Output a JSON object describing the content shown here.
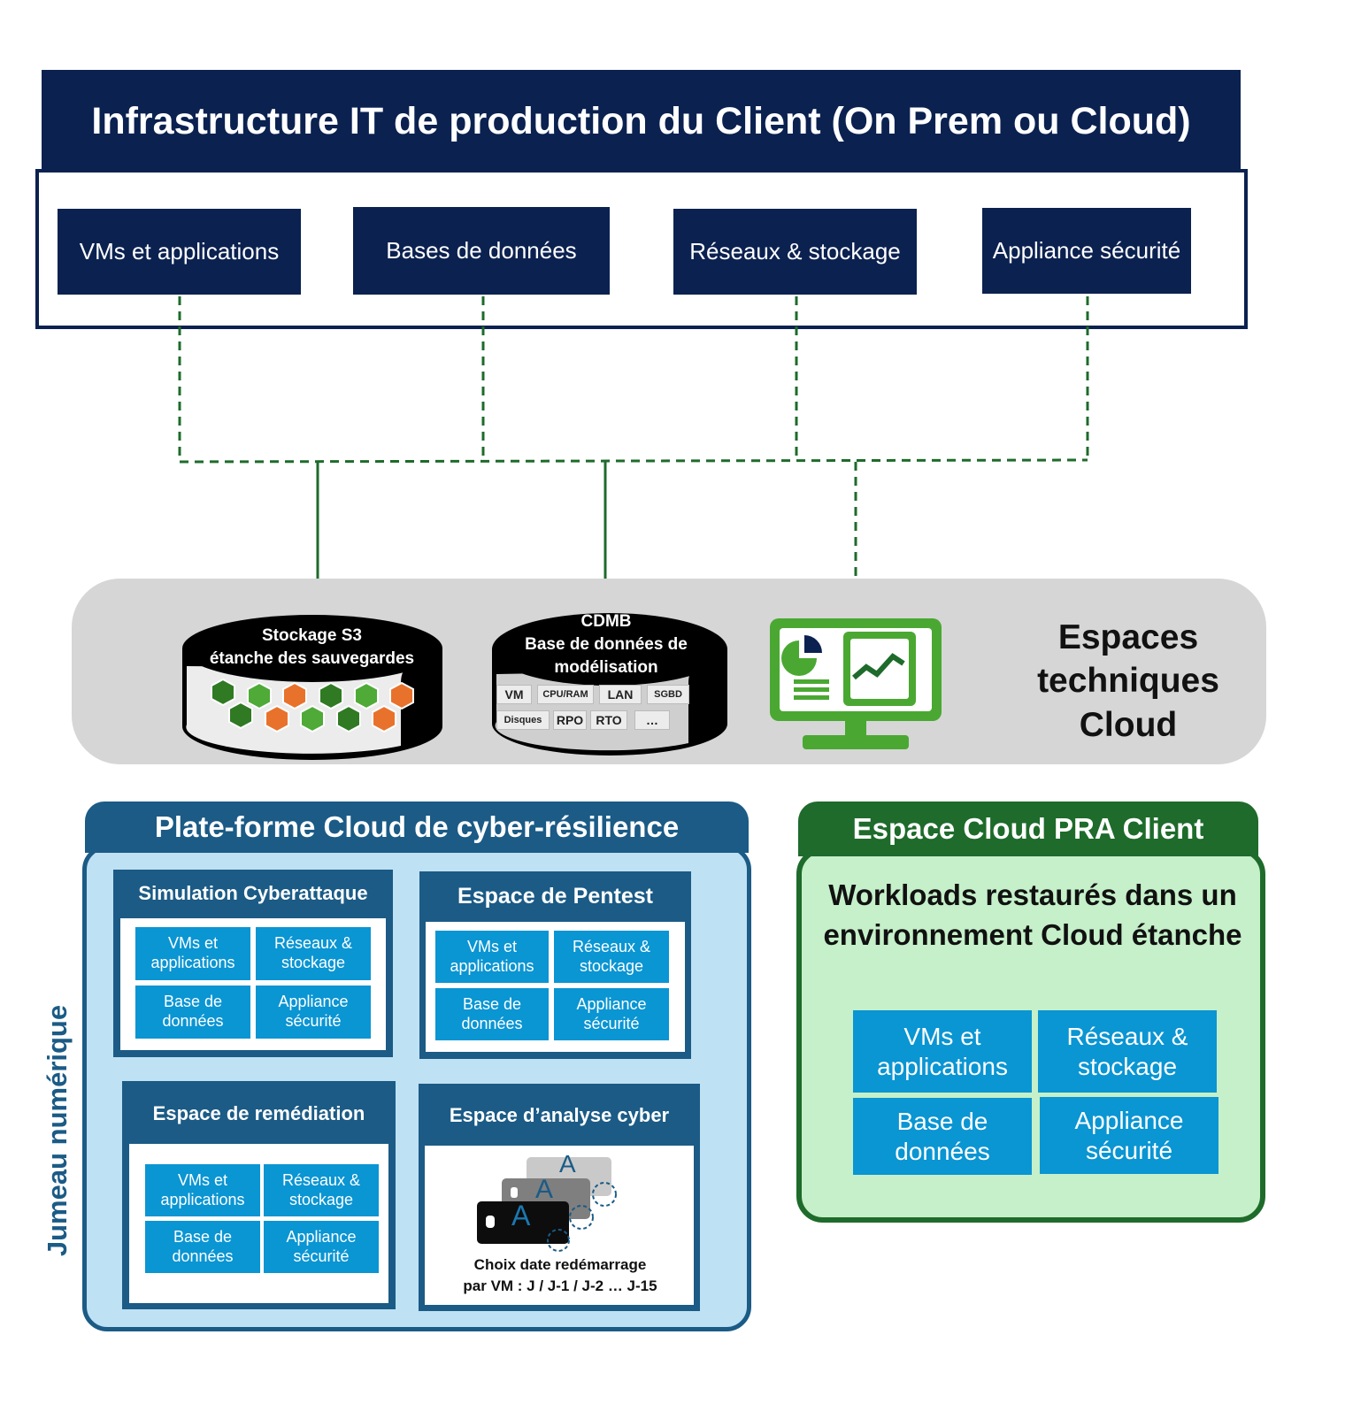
{
  "header": {
    "title": "Infrastructure IT de production du Client (On Prem ou Cloud)"
  },
  "infra": {
    "items": [
      {
        "label": "VMs et applications"
      },
      {
        "label": "Bases de données"
      },
      {
        "label": "Réseaux & stockage"
      },
      {
        "label": "Appliance sécurité"
      }
    ]
  },
  "tech": {
    "title": "Espaces techniques Cloud",
    "s3": {
      "label_line1": "Stockage S3",
      "label_line2": "étanche des sauvegardes"
    },
    "cdmb": {
      "label_line1": "CDMB",
      "label_line2": "Base de données de",
      "label_line3": "modélisation",
      "tags": [
        "VM",
        "CPU/RAM",
        "LAN",
        "SGBD",
        "Disques",
        "RPO",
        "RTO",
        "…"
      ]
    },
    "monitor_icon": "dashboard-monitor-icon"
  },
  "cyber": {
    "title": "Plate-forme Cloud de cyber-résilience",
    "twin_label": "Jumeau numérique",
    "simulation": {
      "title": "Simulation Cyberattaque",
      "tiles": [
        "VMs et applications",
        "Réseaux & stockage",
        "Base de données",
        "Appliance sécurité"
      ]
    },
    "pentest": {
      "title": "Espace de Pentest",
      "tiles": [
        "VMs et applications",
        "Réseaux & stockage",
        "Base de données",
        "Appliance sécurité"
      ]
    },
    "remediation": {
      "title": "Espace de remédiation",
      "tiles": [
        "VMs et applications",
        "Réseaux & stockage",
        "Base de données",
        "Appliance sécurité"
      ]
    },
    "analysis": {
      "title": "Espace d’analyse cyber",
      "caption_line1": "Choix date redémarrage",
      "caption_line2": "par VM : J /  J-1 / J-2 … J-15",
      "drive_letter": "A"
    }
  },
  "pra": {
    "title": "Espace Cloud PRA Client",
    "text": "Workloads restaurés dans un environnement Cloud étanche",
    "tiles": [
      "VMs et applications",
      "Réseaux & stockage",
      "Base de données",
      "Appliance sécurité"
    ]
  },
  "colors": {
    "navy": "#0b2150",
    "teal_blue": "#1b5b86",
    "tile_blue": "#0a95d3",
    "green_dark": "#1e6b2b",
    "green_light": "#c5f0c9",
    "connector_green": "#1e6b2b",
    "hex_orange": "#e8722b",
    "hex_green": "#3a9a2f"
  }
}
